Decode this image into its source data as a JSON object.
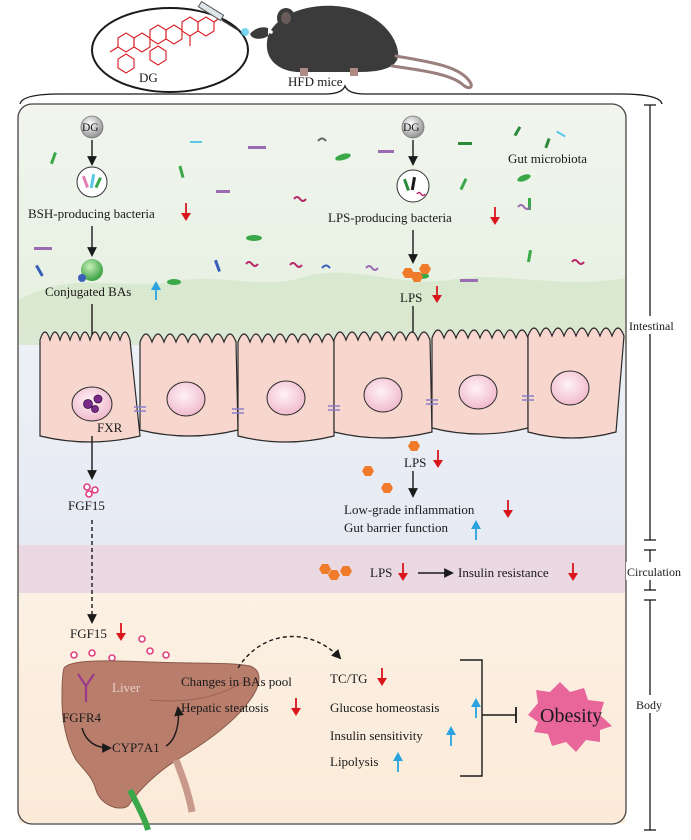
{
  "header": {
    "dg_label": "DG",
    "mice_label": "HFD mice"
  },
  "intestine": {
    "dg_left": "DG",
    "dg_right": "DG",
    "microbiota_label": "Gut microbiota",
    "bsh_bacteria": "BSH-producing bacteria",
    "lps_bacteria": "LPS-producing bacteria",
    "conjugated_bas": "Conjugated BAs",
    "lps_lumen": "LPS",
    "fxr": "FXR",
    "lps_tissue": "LPS",
    "fgf15_intestine": "FGF15",
    "inflammation": "Low-grade inflammation",
    "barrier": "Gut barrier function"
  },
  "circulation": {
    "lps": "LPS",
    "insulin_resistance": "Insulin resistance"
  },
  "body": {
    "fgf15_liver": "FGF15",
    "liver_label": "Liver",
    "fgfr4": "FGFR4",
    "cyp7a1": "CYP7A1",
    "bas_pool": "Changes in BAs pool",
    "steatosis": "Hepatic steatosis",
    "tc_tg": "TC/TG",
    "glucose": "Glucose homeostasis",
    "insulin_sens": "Insulin sensitivity",
    "lipolysis": "Lipolysis",
    "obesity": "Obesity"
  },
  "side_labels": {
    "intestinal": "Intestinal",
    "circulation": "Circulation",
    "body": "Body"
  },
  "colors": {
    "down_arrow": "#d9161c",
    "up_arrow": "#2aa3e0",
    "obesity_star": "#e9669b",
    "liver": "#b97d6c",
    "cell": "#f7d7cf",
    "circulation_band": "#e9d8e2"
  }
}
